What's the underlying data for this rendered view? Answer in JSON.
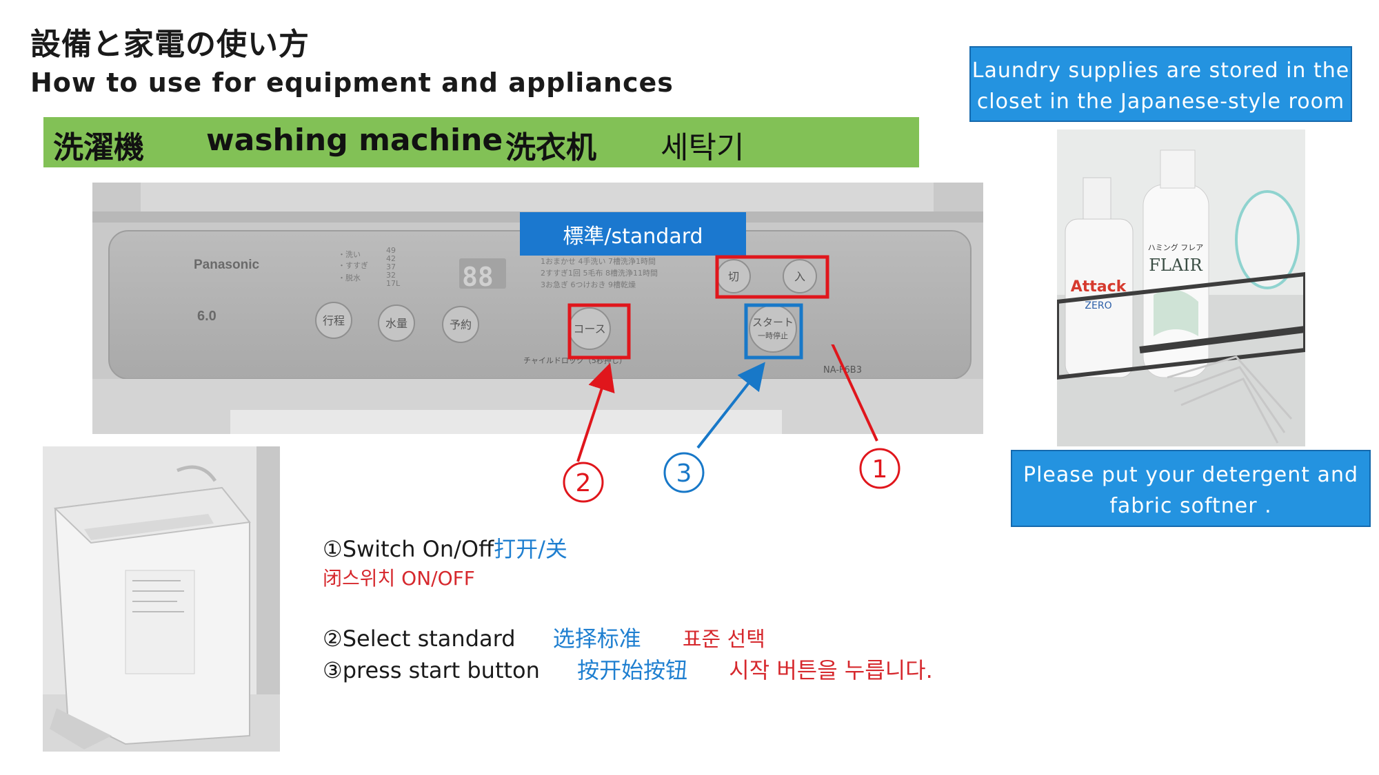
{
  "title": {
    "japanese": "設備と家電の使い方",
    "english": "How to use for equipment and appliances"
  },
  "banner": {
    "japanese": "洗濯機",
    "english": "washing machine",
    "chinese": "洗衣机",
    "korean": "세탁기"
  },
  "info_top": {
    "line1": "Laundry supplies are stored in the",
    "line2": "closet in the Japanese-style room"
  },
  "info_bottom": {
    "line1": "Please put your detergent and",
    "line2": "fabric softner ."
  },
  "panel": {
    "brand": "Panasonic",
    "capacity": "6.0",
    "standard_label": "標準/standard",
    "display": "88",
    "buttons": {
      "course": "行程",
      "water": "水量",
      "timer": "予約",
      "course_jp": "コース",
      "start": "スタート",
      "start_sub": "一時停止",
      "off": "切",
      "on": "入"
    },
    "child_lock": "チャイルドロック（5秒押し）",
    "model": "NA-F6B3"
  },
  "callouts": {
    "one": "1",
    "two": "2",
    "three": "3"
  },
  "instructions": {
    "step1_en": "①Switch On/Off",
    "step1_zh": "打开/关",
    "step1_ko": "闭스위치 ON/OFF",
    "step2_en": "②Select standard",
    "step2_zh": "选择标准",
    "step2_ko": "표준 선택",
    "step3_en": "③press start button",
    "step3_zh": "按开始按钮",
    "step3_ko": "시작 버튼을 누릅니다."
  },
  "supplies_labels": {
    "attack": "Attack",
    "attack_sub": "ZERO",
    "flair": "FLAIR",
    "flair_top": "ハミング フレア"
  },
  "colors": {
    "banner_green": "#82c156",
    "info_blue": "#2493e0",
    "callout_red": "#e0161c",
    "callout_blue": "#1878c8"
  }
}
